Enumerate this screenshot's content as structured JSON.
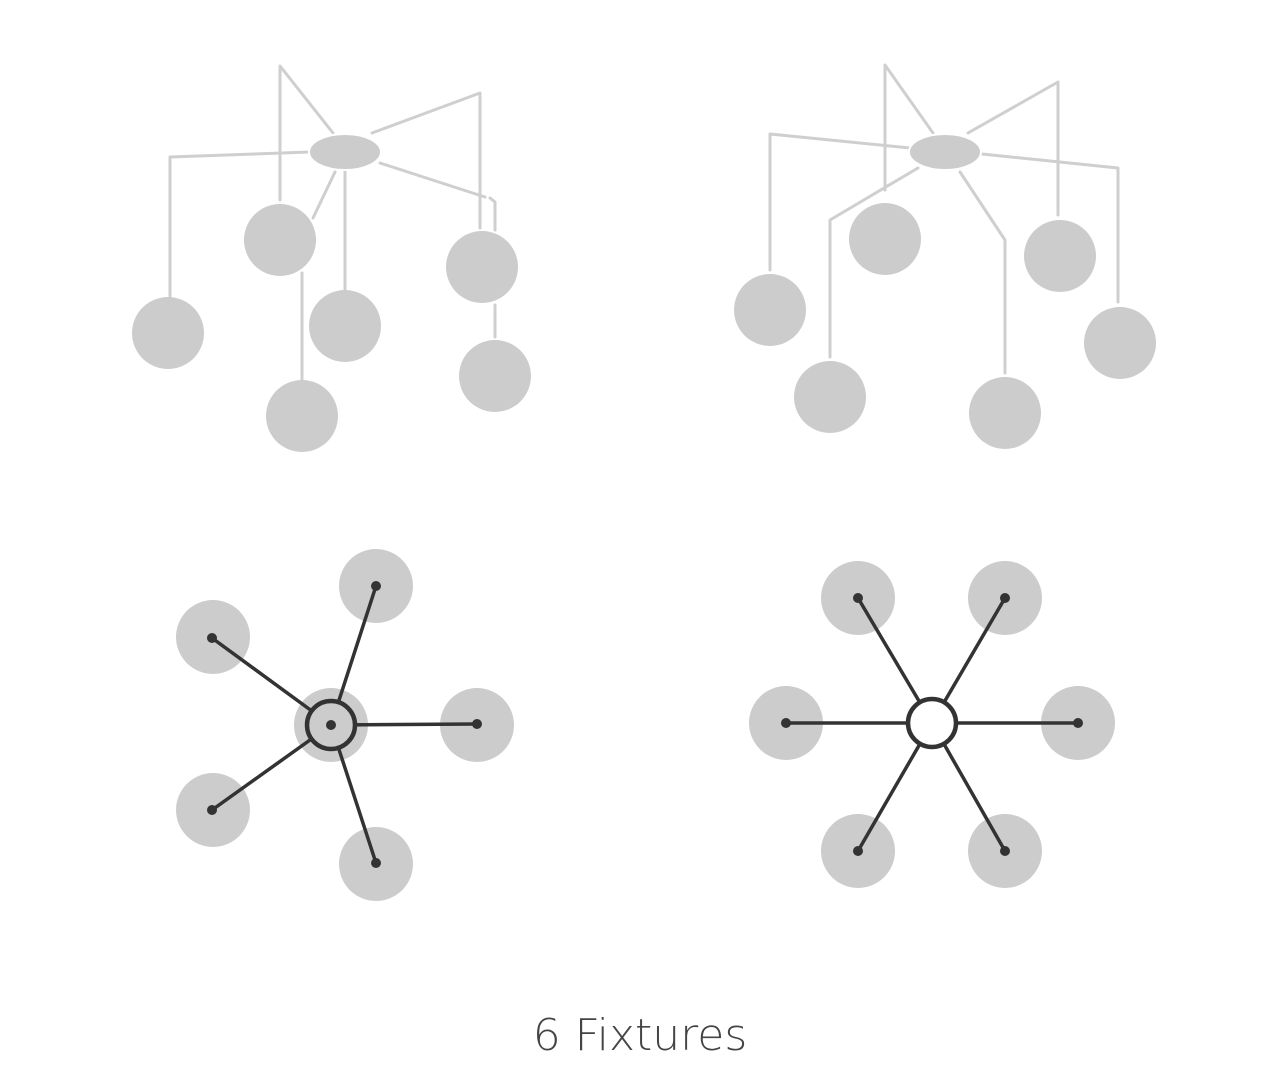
{
  "caption": "6 Fixtures",
  "fixture_count": 6,
  "colors": {
    "globe": "#cccccc",
    "wire": "#cfcfcf",
    "spoke": "#333333",
    "text": "#444444"
  },
  "views": [
    "perspective-variant-a",
    "perspective-variant-b",
    "plan-variant-a",
    "plan-variant-b"
  ]
}
